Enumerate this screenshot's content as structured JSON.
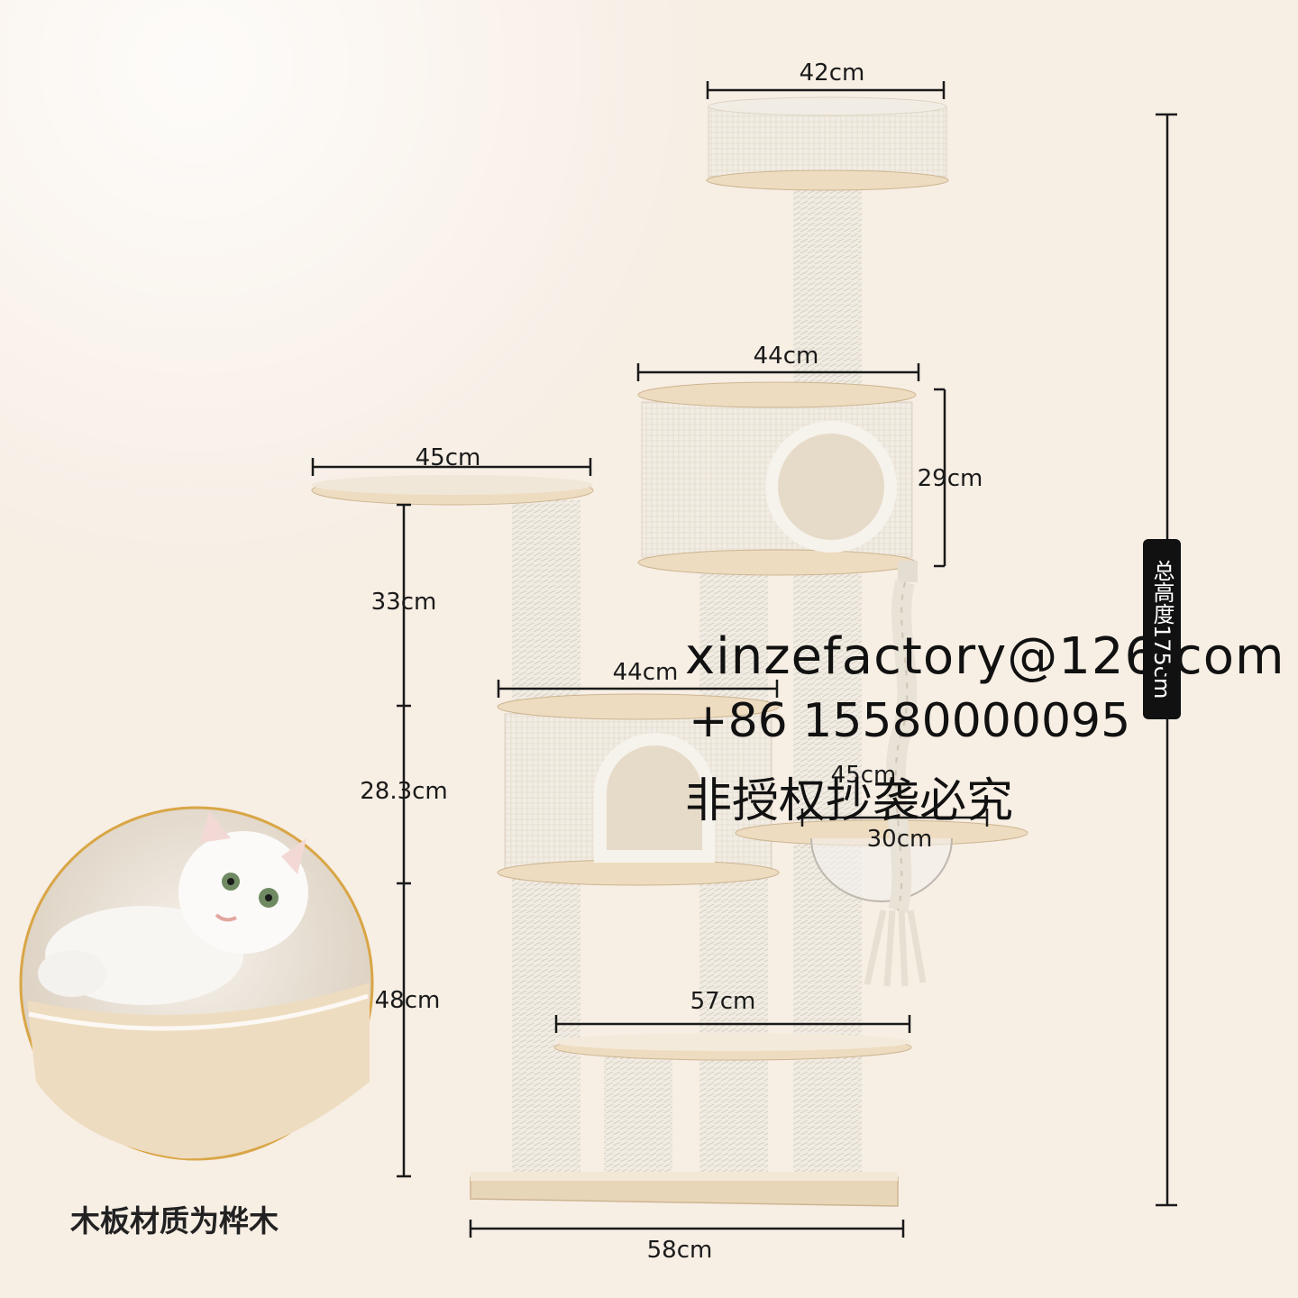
{
  "dimensions": {
    "top_perch_width": "42cm",
    "upper_condo_width": "44cm",
    "upper_condo_height": "29cm",
    "left_platform_width": "45cm",
    "left_post_height": "33cm",
    "middle_condo_width": "44cm",
    "middle_condo_height": "28.3cm",
    "bottom_post_height": "48cm",
    "side_platform_width": "45cm",
    "bowl_width": "30cm",
    "lower_platform_width": "57cm",
    "base_width": "58cm",
    "total_height": "总高度175cm"
  },
  "watermark": {
    "email": "xinzefactory@126.com",
    "phone": "+86 15580000095",
    "notice": "非授权抄袭必究"
  },
  "caption": "木板材质为桦木",
  "colors": {
    "background": "#f7eee4",
    "sisal": "#efe9df",
    "wood": "#eedcc0",
    "line": "#1a1a1a"
  }
}
